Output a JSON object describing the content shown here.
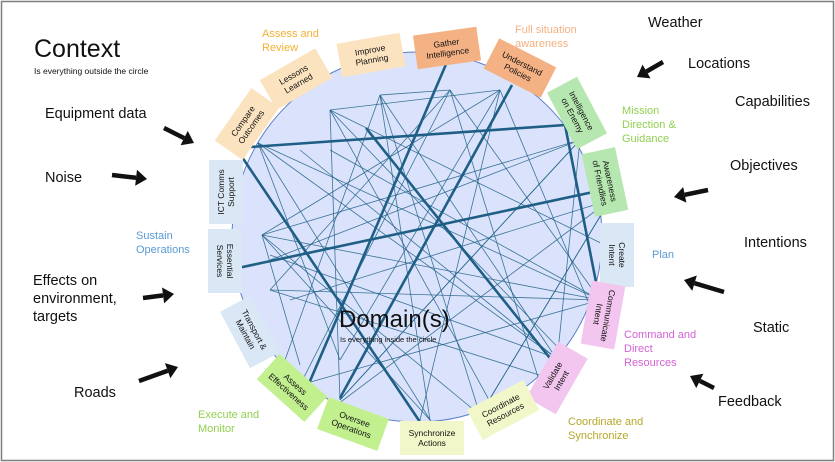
{
  "context": {
    "title": "Context",
    "subtitle": "Is everything outside the circle"
  },
  "domain": {
    "title": "Domain(s)",
    "subtitle": "Is everything inside the circle"
  },
  "nodes": [
    {
      "lines": [
        "Gather",
        "Intelligence"
      ],
      "color": "#f4b183"
    },
    {
      "lines": [
        "Understand",
        "Policies"
      ],
      "color": "#f4b183"
    },
    {
      "lines": [
        "Intelligence",
        "on Enemy"
      ],
      "color": "#b6e7b0"
    },
    {
      "lines": [
        "Awareness",
        "of Friendlies"
      ],
      "color": "#b6e7b0"
    },
    {
      "lines": [
        "Create",
        "Intent"
      ],
      "color": "#dae8f5"
    },
    {
      "lines": [
        "Communicate",
        "Intent"
      ],
      "color": "#f2c6ee"
    },
    {
      "lines": [
        "Validate",
        "Intent"
      ],
      "color": "#f2c6ee"
    },
    {
      "lines": [
        "Coordinate",
        "Resources"
      ],
      "color": "#f1f7c8"
    },
    {
      "lines": [
        "Synchronize",
        "Actions"
      ],
      "color": "#f1f7c8"
    },
    {
      "lines": [
        "Oversee",
        "Operations"
      ],
      "color": "#c2f08f"
    },
    {
      "lines": [
        "Assess",
        "Effectiveness"
      ],
      "color": "#c2f08f"
    },
    {
      "lines": [
        "Transport &",
        "Maintain"
      ],
      "color": "#dae8f5"
    },
    {
      "lines": [
        "Essential",
        "Services"
      ],
      "color": "#dae8f5"
    },
    {
      "lines": [
        "ICT Comms",
        "Support"
      ],
      "color": "#dae8f5"
    },
    {
      "lines": [
        "Compare",
        "Outcomes"
      ],
      "color": "#fce3c0"
    },
    {
      "lines": [
        "Lessons",
        "Learned"
      ],
      "color": "#fce3c0"
    },
    {
      "lines": [
        "Improve",
        "Planning"
      ],
      "color": "#fce3c0"
    }
  ],
  "phases": [
    {
      "lines": [
        "Full situation",
        "awareness"
      ],
      "color": "#f4b183"
    },
    {
      "lines": [
        "Mission",
        "Direction &",
        "Guidance"
      ],
      "color": "#92d050"
    },
    {
      "lines": [
        "Plan"
      ],
      "color": "#5b9bd5"
    },
    {
      "lines": [
        "Command and",
        "Direct",
        "Resources"
      ],
      "color": "#d462d4"
    },
    {
      "lines": [
        "Coordinate and",
        "Synchronize"
      ],
      "color": "#b5a82a"
    },
    {
      "lines": [
        "Execute and",
        "Monitor"
      ],
      "color": "#92d050"
    },
    {
      "lines": [
        "Sustain",
        "Operations"
      ],
      "color": "#5b9bd5"
    },
    {
      "lines": [
        "Assess and",
        "Review"
      ],
      "color": "#f2b134"
    }
  ],
  "external_factors": [
    {
      "lines": [
        "Weather"
      ]
    },
    {
      "lines": [
        "Locations"
      ]
    },
    {
      "lines": [
        "Capabilities"
      ]
    },
    {
      "lines": [
        "Objectives"
      ]
    },
    {
      "lines": [
        "Intentions"
      ]
    },
    {
      "lines": [
        "Static"
      ]
    },
    {
      "lines": [
        "Feedback"
      ]
    },
    {
      "lines": [
        "Equipment data"
      ]
    },
    {
      "lines": [
        "Noise"
      ]
    },
    {
      "lines": [
        "Effects on",
        "environment,",
        "targets"
      ]
    },
    {
      "lines": [
        "Roads"
      ]
    }
  ],
  "colors": {
    "circle_fill": "#dae3fb",
    "link_color": "#1f5f86",
    "frame": "#7f7f7f",
    "arrow": "#111111"
  }
}
